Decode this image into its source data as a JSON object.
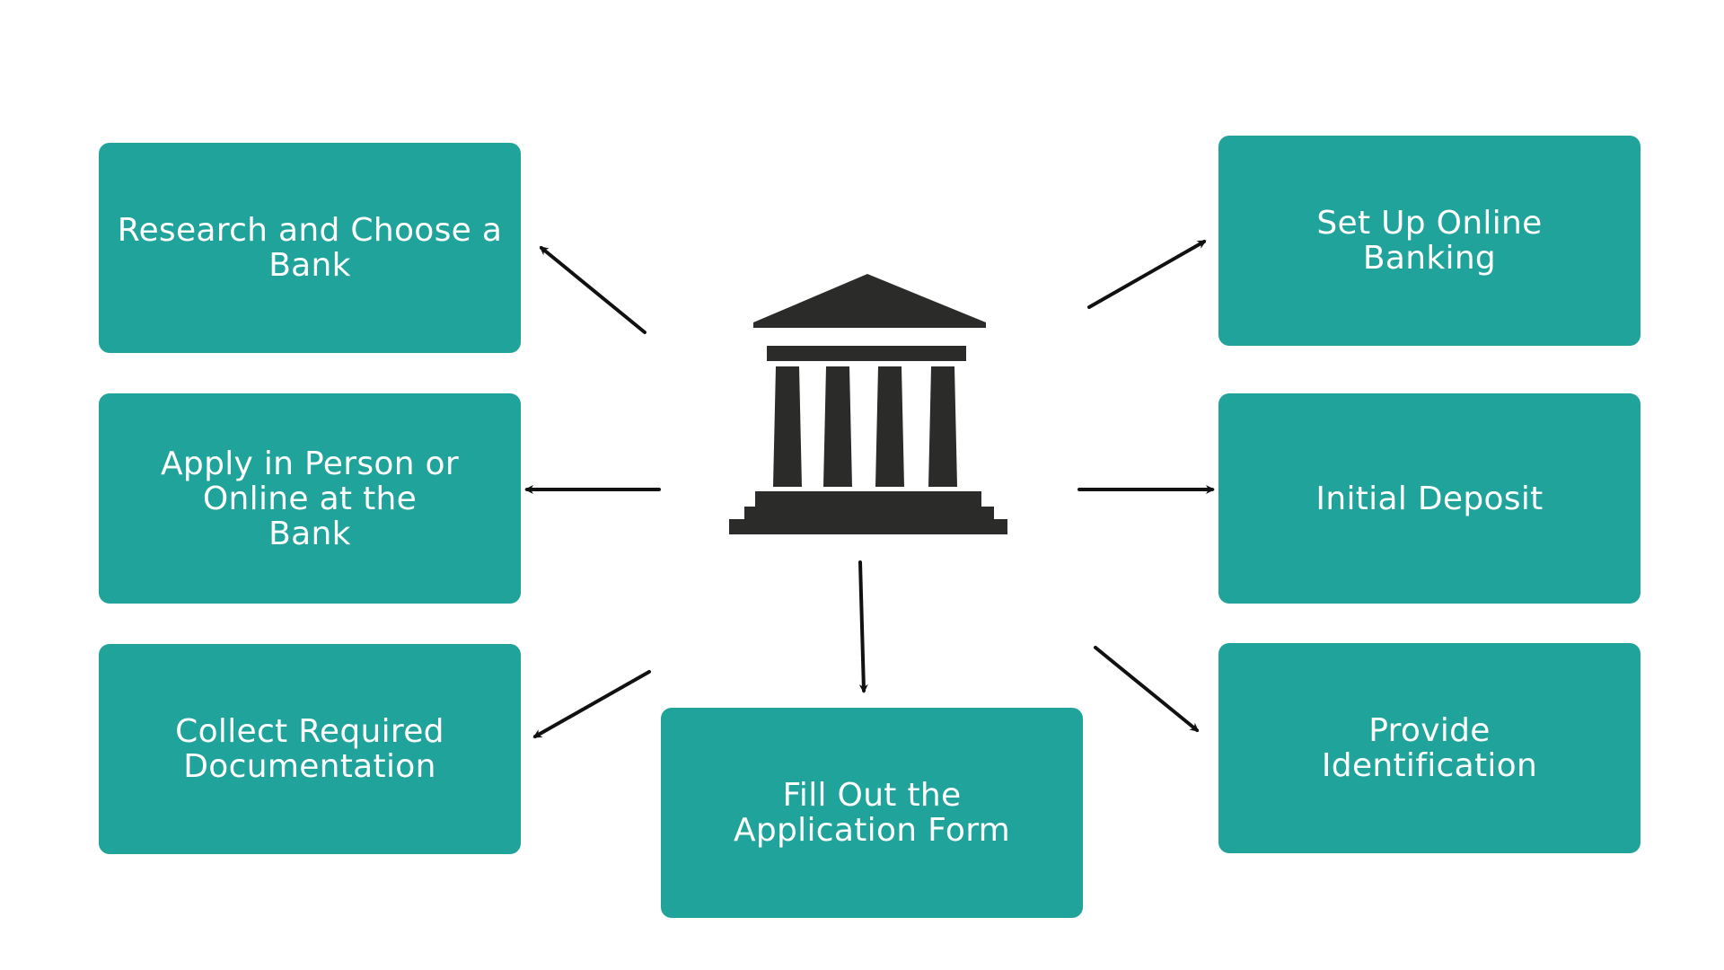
{
  "colors": {
    "card": "#20A39A",
    "card_text": "#FFFFFF",
    "arrow": "#111111",
    "icon": "#2B2B29"
  },
  "center": {
    "icon": "bank-building-icon"
  },
  "steps": {
    "research": "Research and Choose a\nBank",
    "apply": "Apply in Person or\nOnline at the\nBank",
    "collect": "Collect Required\nDocumentation",
    "fill": "Fill Out the\nApplication Form",
    "online": "Set Up Online\nBanking",
    "deposit": "Initial Deposit",
    "identify": "Provide\nIdentification"
  }
}
